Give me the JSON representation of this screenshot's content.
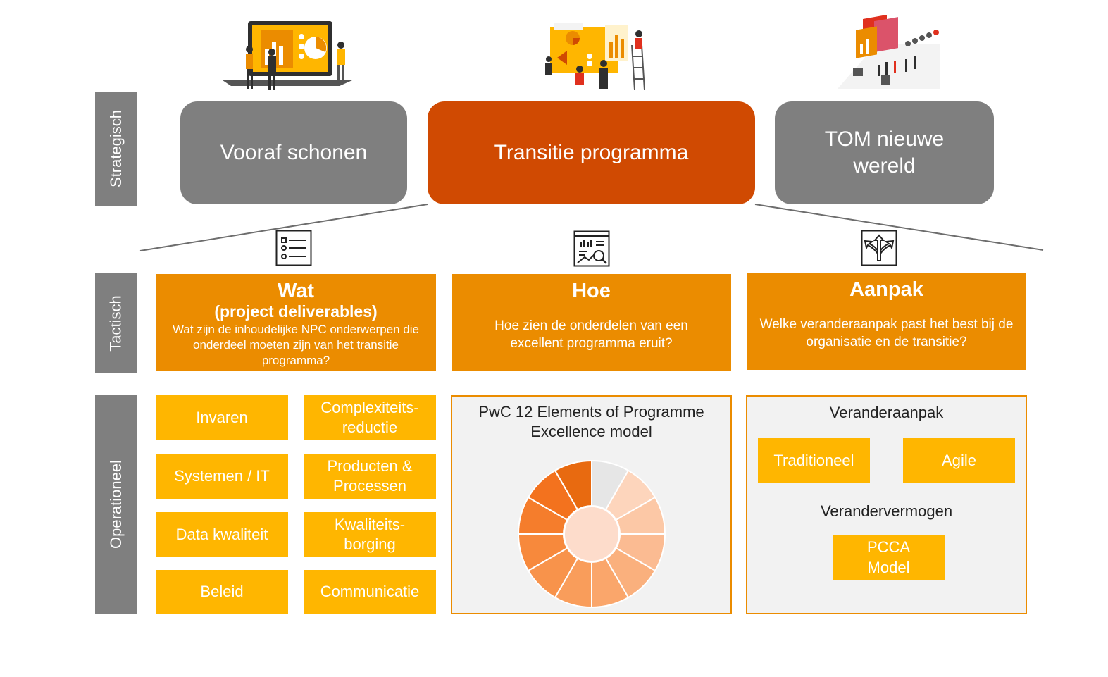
{
  "side_labels": {
    "strategic": "Strategisch",
    "tactical": "Tactisch",
    "operational": "Operationeel"
  },
  "strategic": {
    "left": "Vooraf schonen",
    "center": "Transitie programma",
    "right": "TOM nieuwe wereld"
  },
  "tactical": {
    "wat": {
      "title": "Wat",
      "subtitle": "(project deliverables)",
      "description": "Wat zijn de inhoudelijke NPC onderwerpen die onderdeel moeten zijn van het transitie programma?"
    },
    "hoe": {
      "title": "Hoe",
      "description": "Hoe zien de onderdelen van een excellent programma eruit?"
    },
    "aanpak": {
      "title": "Aanpak",
      "description": "Welke veranderaanpak past het best bij de organisatie en de transitie?"
    }
  },
  "operational": {
    "deliverables": [
      {
        "label": "Invaren"
      },
      {
        "label": "Complexiteits-\nreductie"
      },
      {
        "label": "Systemen / IT"
      },
      {
        "label": "Producten &\nProcessen"
      },
      {
        "label": "Data kwaliteit"
      },
      {
        "label": "Kwaliteits-\nborging"
      },
      {
        "label": "Beleid"
      },
      {
        "label": "Communicatie"
      }
    ],
    "model_title": "PwC 12 Elements of Programme Excellence model",
    "approach_heading": "Veranderaanpak",
    "approach_options": [
      "Traditioneel",
      "Agile"
    ],
    "capability_heading": "Verandervermogen",
    "capability_model": "PCCA\nModel"
  },
  "colors": {
    "strategic_gray": "#7f7f7f",
    "strategic_accent": "#d04a02",
    "tactical_orange": "#eb8c00",
    "operational_yellow": "#ffb600",
    "panel_bg": "#f2f2f2"
  },
  "icons": [
    "team-presentation-illustration",
    "dashboard-team-illustration",
    "city-data-illustration",
    "checklist-icon",
    "analytics-report-icon",
    "split-arrows-icon"
  ],
  "wheel_segment_colors": [
    "#e6e6e6",
    "#fdd5bc",
    "#fcc8a6",
    "#fbbb92",
    "#fab07d",
    "#faa66b",
    "#f99d5b",
    "#f8934b",
    "#f7893c",
    "#f57d2c",
    "#f3721e",
    "#e86a10"
  ]
}
